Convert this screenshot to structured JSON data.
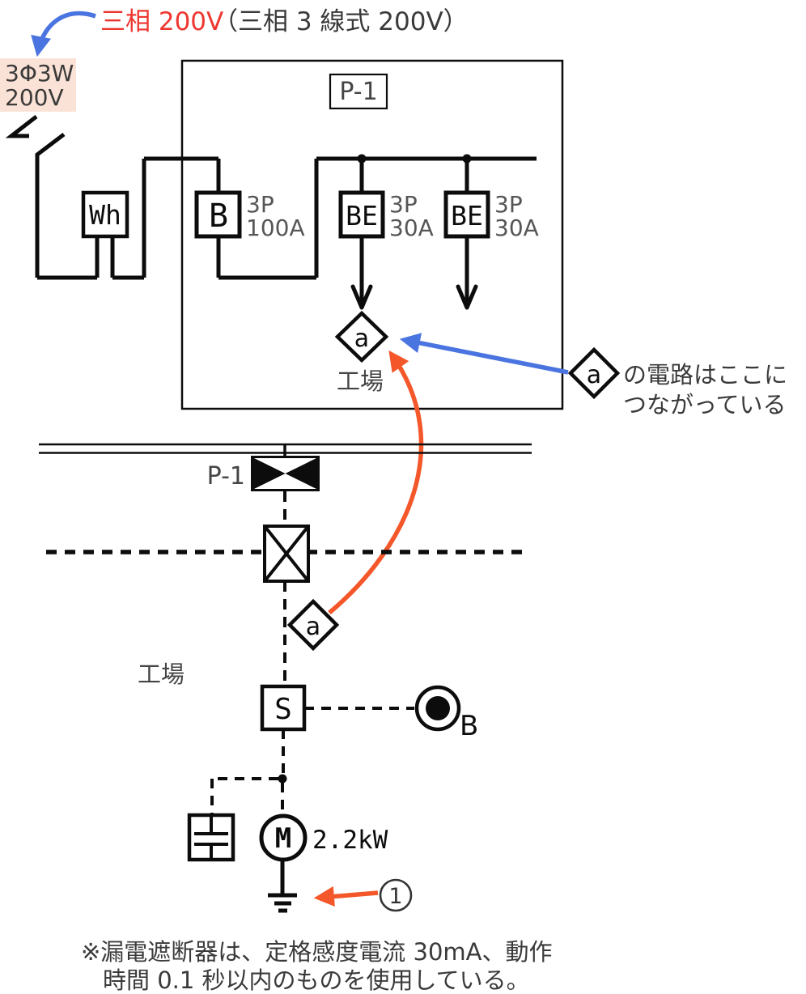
{
  "title": {
    "red_part": "三相 200V",
    "paren_part": "（三相 3 線式 200V）"
  },
  "source_tag": {
    "line1": "3Φ3W",
    "line2": "200V"
  },
  "panel": {
    "name": "P-1",
    "meter_label": "Wh",
    "main_breaker": {
      "label": "B",
      "spec1": "3P",
      "spec2": "100A"
    },
    "branch_breaker_1": {
      "label": "BE",
      "spec1": "3P",
      "spec2": "30A"
    },
    "branch_breaker_2": {
      "label": "BE",
      "spec1": "3P",
      "spec2": "30A"
    },
    "circuit_tag": "a",
    "area_label": "工場"
  },
  "right_note": {
    "diamond_tag": "a",
    "line1": "の電路はここに",
    "line2": "つながっている"
  },
  "floor": {
    "board_label": "P-1",
    "circuit_tag": "a",
    "area_label": "工場",
    "switch_label": "S",
    "bell_label": "B",
    "motor_label": "M",
    "motor_power": "2.2kW",
    "callout_number": "1"
  },
  "bottom_note": {
    "line1": "※漏電遮断器は、定格感度電流 30mA、動作",
    "line2": "時間 0.1 秒以内のものを使用している。"
  },
  "colors": {
    "accent_red": "#ee3630",
    "accent_blue": "#4a74e0",
    "accent_orange": "#f4572a",
    "source_tag_bg": "#fbe2d6",
    "ink": "#0c0c0c",
    "gray_text": "#454545",
    "spec_gray": "#565656"
  }
}
